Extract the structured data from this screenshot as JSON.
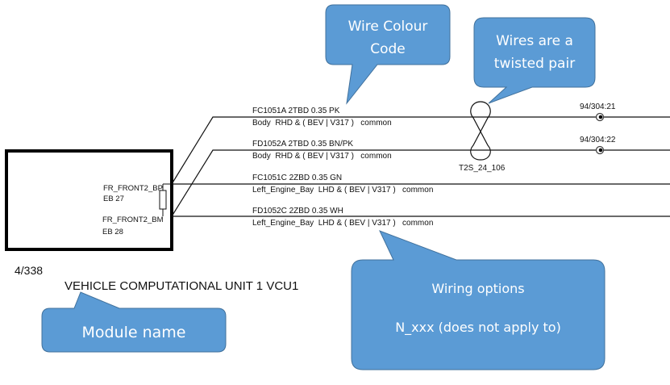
{
  "module": {
    "page_ref": "4/338",
    "name": "VEHICLE COMPUTATIONAL UNIT 1 VCU1",
    "pins": [
      {
        "name": "FR_FRONT2_BP",
        "pin": "EB 27"
      },
      {
        "name": "FR_FRONT2_BM",
        "pin": "EB 28"
      }
    ]
  },
  "wires": [
    {
      "code": "FC1051A  2TBD 0.35 PK",
      "option": "Body  RHD & ( BEV | V317 )   common",
      "destination": "94/304:21"
    },
    {
      "code": "FD1052A  2TBD 0.35 BN/PK",
      "option": "Body  RHD & ( BEV | V317 )   common",
      "destination": "94/304:22"
    },
    {
      "code": "FC1051C  2ZBD 0.35 GN",
      "option": "Left_Engine_Bay  LHD & ( BEV | V317 )   common",
      "destination": ""
    },
    {
      "code": "FD1052C  2ZBD 0.35 WH",
      "option": "Left_Engine_Bay  LHD & ( BEV | V317 )   common",
      "destination": ""
    }
  ],
  "twisted_pair": {
    "label": "T2S_24_106"
  },
  "callouts": {
    "colour_code": {
      "line1": "Wire Colour",
      "line2": "Code"
    },
    "twisted_pair": {
      "line1": "Wires are a",
      "line2": "twisted pair"
    },
    "wiring_options": {
      "line1": "Wiring options",
      "line2": "N_xxx (does not apply to)"
    },
    "module_name": {
      "line1": "Module name"
    }
  },
  "colors": {
    "callout_fill": "#5b9bd5",
    "callout_stroke": "#41719c",
    "wire": "#111111"
  }
}
